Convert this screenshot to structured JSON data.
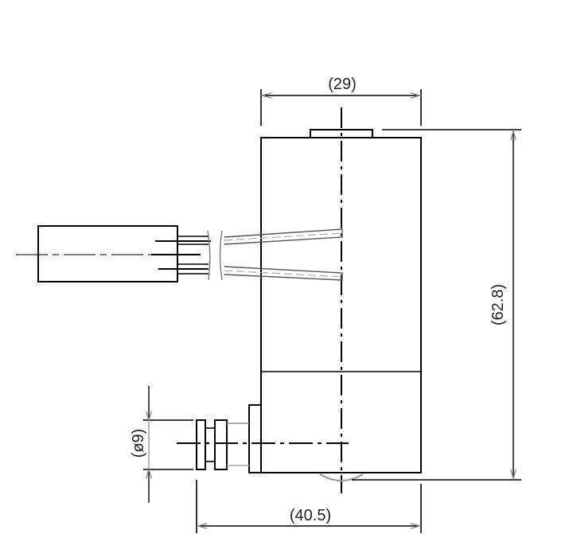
{
  "drawing": {
    "type": "technical-drawing",
    "view": "side-elevation",
    "dimensions": {
      "top_width": "(29)",
      "height": "(62.8)",
      "bottom_width": "(40.5)",
      "fitting_diameter": "(ø9)"
    },
    "colors": {
      "line": "#000000",
      "dim_line": "#222222",
      "faint": "#9a9a9a",
      "background": "#ffffff"
    }
  }
}
